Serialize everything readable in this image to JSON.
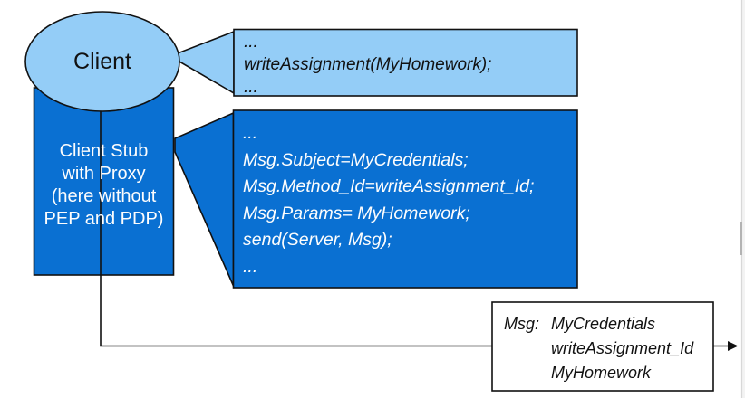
{
  "diagram": {
    "client": {
      "label": "Client"
    },
    "stub": {
      "lines": [
        "Client Stub",
        "with Proxy",
        "(here without",
        "PEP and PDP)"
      ]
    },
    "client_code_callout": {
      "lines": [
        "...",
        "writeAssignment(MyHomework);",
        "..."
      ]
    },
    "stub_code_callout": {
      "lines": [
        "...",
        "Msg.Subject=MyCredentials;",
        "Msg.Method_Id=writeAssignment_Id;",
        "Msg.Params= MyHomework;",
        "send(Server, Msg);",
        "..."
      ]
    },
    "message_box": {
      "label": "Msg:",
      "values": [
        "MyCredentials",
        "writeAssignment_Id",
        "MyHomework"
      ]
    },
    "colors": {
      "light_blue": "#94cdf7",
      "dark_blue": "#0a70d2",
      "outline": "#111111",
      "box_fill": "#ffffff"
    }
  }
}
